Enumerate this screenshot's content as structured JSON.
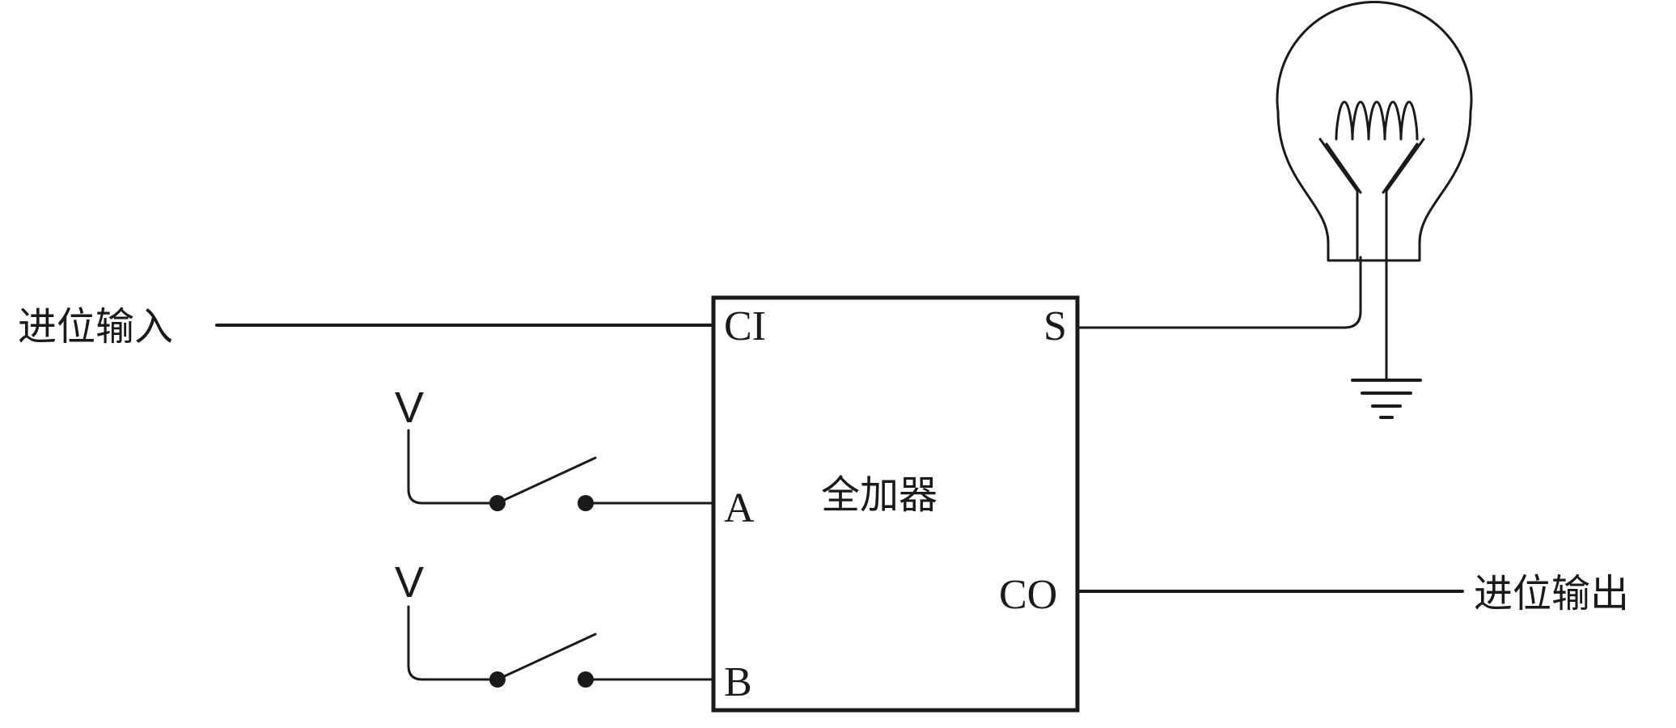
{
  "labels": {
    "carry_in": "进位输入",
    "carry_out": "进位输出",
    "adder_name": "全加器",
    "voltage_a": "V",
    "voltage_b": "V"
  },
  "ports": {
    "ci": "CI",
    "s": "S",
    "a": "A",
    "b": "B",
    "co": "CO"
  },
  "components": {
    "switch_a": "switch",
    "switch_b": "switch",
    "lamp": "light-bulb-icon",
    "ground": "ground-icon"
  }
}
